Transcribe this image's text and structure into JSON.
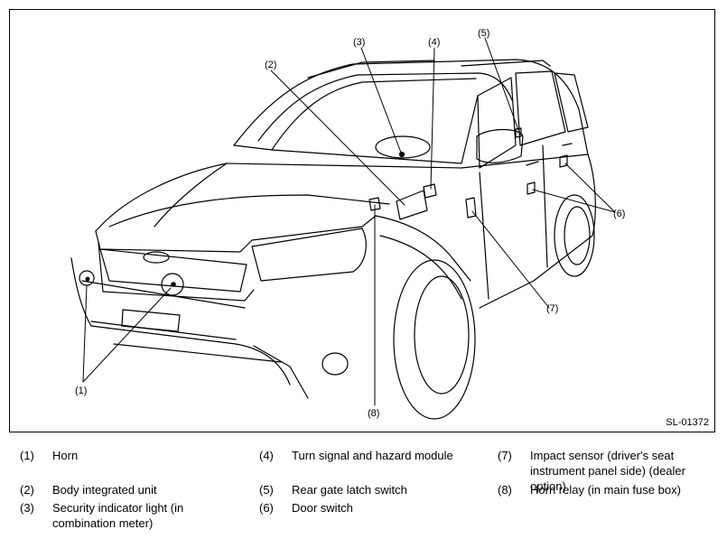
{
  "figure_id": "SL-01372",
  "callouts": [
    "(1)",
    "(2)",
    "(3)",
    "(4)",
    "(5)",
    "(6)",
    "(7)",
    "(8)"
  ],
  "legend": [
    {
      "num": "(1)",
      "text": "Horn"
    },
    {
      "num": "(2)",
      "text": "Body integrated unit"
    },
    {
      "num": "(3)",
      "text": "Security indicator light (in combination meter)"
    },
    {
      "num": "(4)",
      "text": "Turn signal and hazard module"
    },
    {
      "num": "(5)",
      "text": "Rear gate latch switch"
    },
    {
      "num": "(6)",
      "text": "Door switch"
    },
    {
      "num": "(7)",
      "text": "Impact sensor (driver's seat instrument panel side) (dealer option)"
    },
    {
      "num": "(8)",
      "text": "Horn relay (in main fuse box)"
    }
  ]
}
